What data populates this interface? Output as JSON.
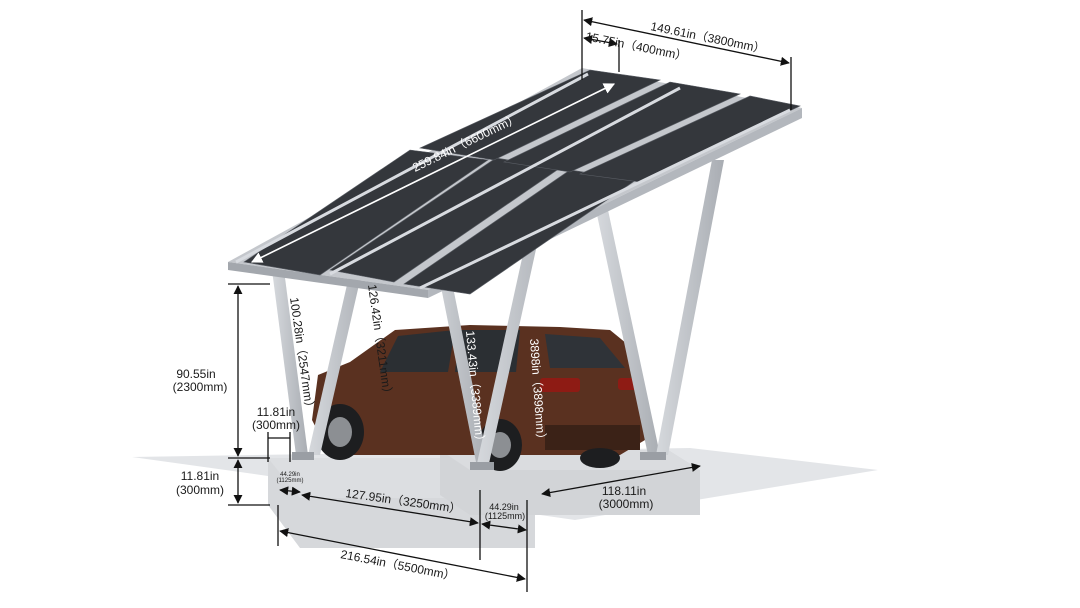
{
  "colors": {
    "steel": "#c9ccd1",
    "steel_dark": "#a7abb2",
    "panel": "#3a3d42",
    "ground": "#e1e3e6",
    "foundation": "#d8dadd",
    "car_body": "#5a3120",
    "dimension_line": "#111111"
  },
  "icons": [
    "dimension-arrow-icon"
  ],
  "dimensions": {
    "total_width": "149.61in（3800mm）",
    "overhang": "15.75in（400mm）",
    "roof_length": "259.84in（6600mm）",
    "rear_column_length": "100.28in（2547mm）",
    "front_column_length": "126.42in（3211mm）",
    "center_column_left": "133.43in（3389mm）",
    "center_column_right": "3898in（3898mm）",
    "clear_height_value": "90.55in",
    "clear_height_mm": "(2300mm)",
    "column_offset_value": "11.81in",
    "column_offset_mm": "(300mm)",
    "foundation_height_value": "11.81in",
    "foundation_height_mm": "(300mm)",
    "small_left_value": "44.29in",
    "small_left_mm": "(1125mm)",
    "small_right_value": "44.29in",
    "small_right_mm": "(1125mm)",
    "column_spacing": "127.95in（3250mm）",
    "foundation_width_value": "118.11in",
    "foundation_width_mm": "(3000mm)",
    "total_length": "216.54in（5500mm）"
  }
}
